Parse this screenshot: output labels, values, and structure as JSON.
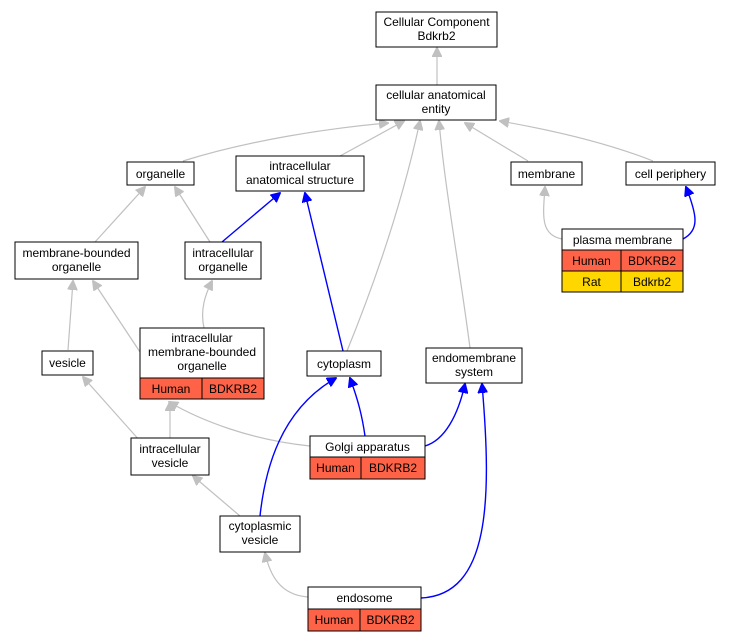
{
  "colors": {
    "human": "#ff6347",
    "rat": "#ffd700",
    "is_a_edge": "#c0c0c0",
    "part_of_edge": "#0000ff"
  },
  "nodes": {
    "root": {
      "lines": [
        "Cellular Component",
        "Bdkrb2"
      ]
    },
    "cae": {
      "lines": [
        "cellular anatomical",
        "entity"
      ]
    },
    "organelle": {
      "lines": [
        "organelle"
      ]
    },
    "ias": {
      "lines": [
        "intracellular",
        "anatomical structure"
      ]
    },
    "membrane": {
      "lines": [
        "membrane"
      ]
    },
    "periphery": {
      "lines": [
        "cell periphery"
      ]
    },
    "mbo": {
      "lines": [
        "membrane-bounded",
        "organelle"
      ]
    },
    "io": {
      "lines": [
        "intracellular",
        "organelle"
      ]
    },
    "pm": {
      "lines": [
        "plasma membrane"
      ],
      "rows": [
        [
          "Human",
          "BDKRB2"
        ],
        [
          "Rat",
          "Bdkrb2"
        ]
      ]
    },
    "vesicle": {
      "lines": [
        "vesicle"
      ]
    },
    "imbo": {
      "lines": [
        "intracellular",
        "membrane-bounded",
        "organelle"
      ],
      "rows": [
        [
          "Human",
          "BDKRB2"
        ]
      ]
    },
    "cytoplasm": {
      "lines": [
        "cytoplasm"
      ]
    },
    "endo_sys": {
      "lines": [
        "endomembrane",
        "system"
      ]
    },
    "golgi": {
      "lines": [
        "Golgi apparatus"
      ],
      "rows": [
        [
          "Human",
          "BDKRB2"
        ]
      ]
    },
    "iv": {
      "lines": [
        "intracellular",
        "vesicle"
      ]
    },
    "cv": {
      "lines": [
        "cytoplasmic",
        "vesicle"
      ]
    },
    "endosome": {
      "lines": [
        "endosome"
      ],
      "rows": [
        [
          "Human",
          "BDKRB2"
        ]
      ]
    }
  }
}
